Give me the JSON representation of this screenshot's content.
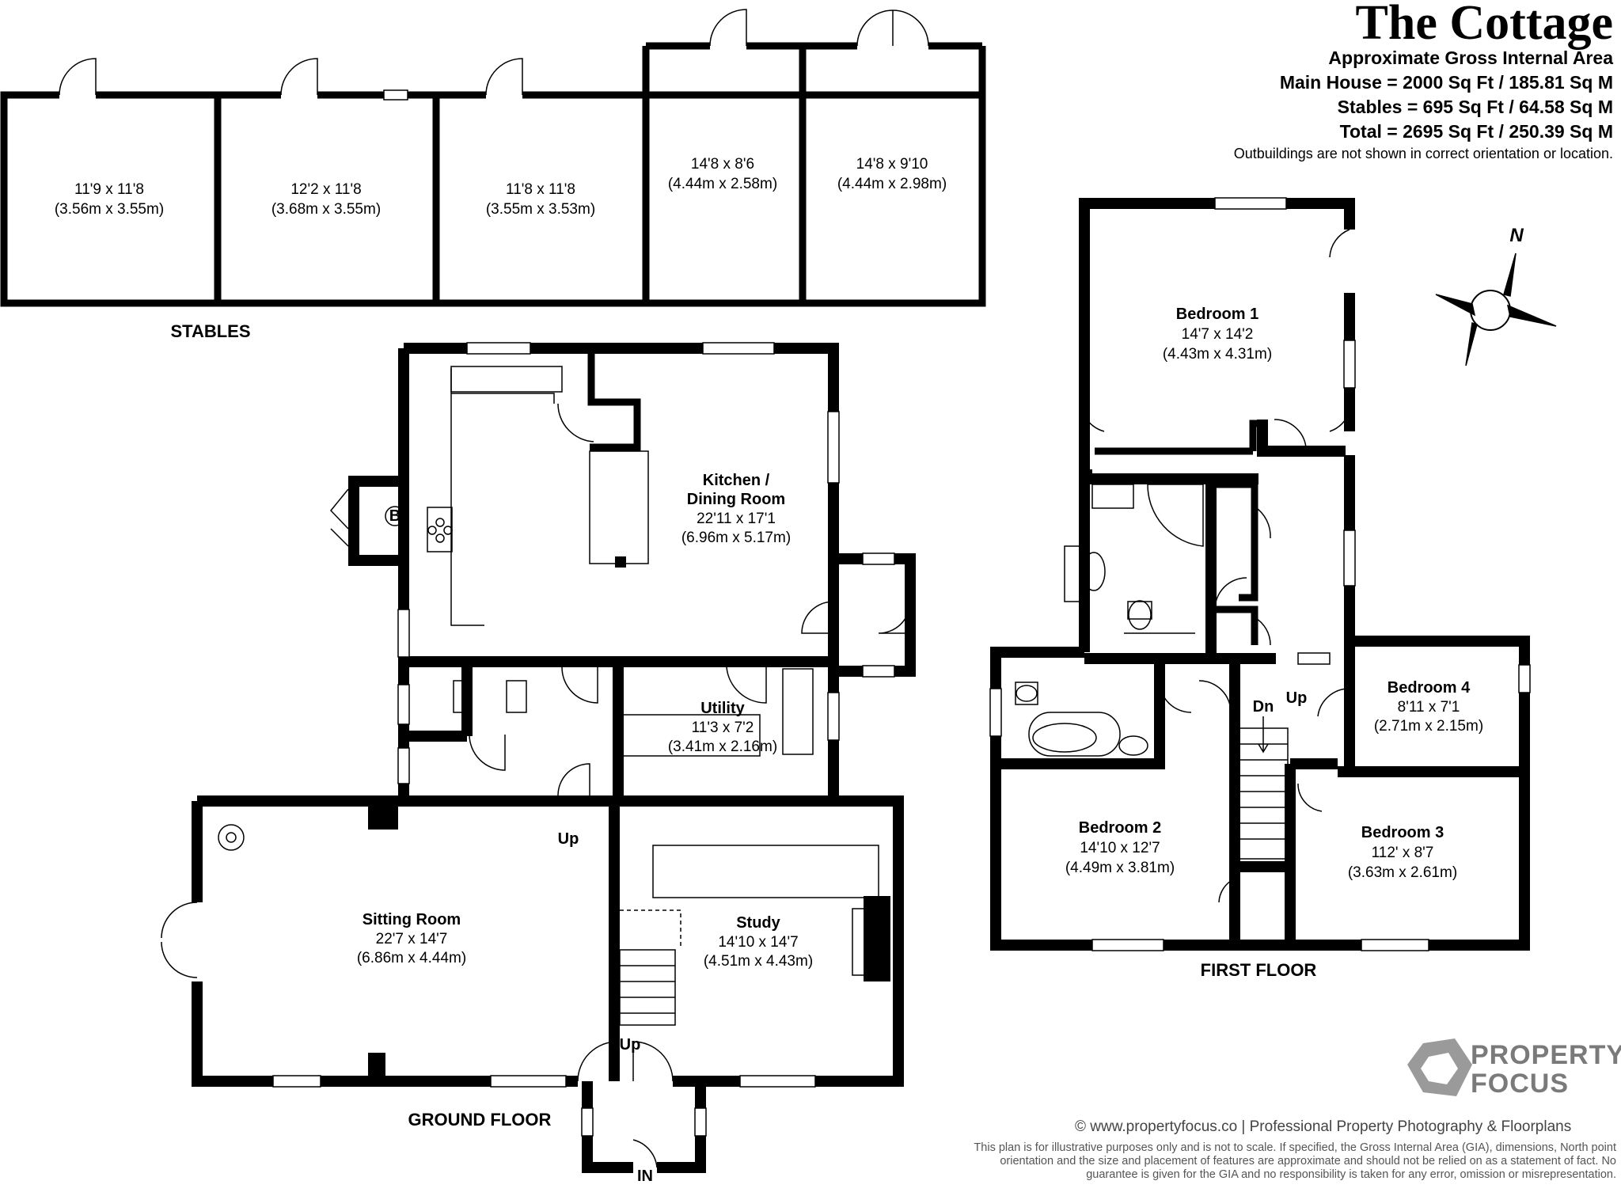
{
  "title": "The Cottage",
  "area_heading": "Approximate Gross Internal Area",
  "area_lines": {
    "main": "Main House = 2000 Sq Ft / 185.81 Sq M",
    "stables": "Stables = 695 Sq Ft / 64.58 Sq M",
    "total": "Total = 2695 Sq Ft / 250.39 Sq M"
  },
  "outbuildings_note": "Outbuildings are not shown in correct orientation or location.",
  "sections": {
    "stables": "STABLES",
    "ground": "GROUND FLOOR",
    "first": "FIRST FLOOR"
  },
  "stables": [
    {
      "imperial": "11'9 x 11'8",
      "metric": "(3.56m x 3.55m)"
    },
    {
      "imperial": "12'2 x 11'8",
      "metric": "(3.68m x 3.55m)"
    },
    {
      "imperial": "11'8 x 11'8",
      "metric": "(3.55m x 3.53m)"
    },
    {
      "imperial": "14'8 x 8'6",
      "metric": "(4.44m x 2.58m)"
    },
    {
      "imperial": "14'8 x 9'10",
      "metric": "(4.44m x 2.98m)"
    }
  ],
  "ground_floor": {
    "kitchen": {
      "name1": "Kitchen /",
      "name2": "Dining Room",
      "imperial": "22'11 x 17'1",
      "metric": "(6.96m x 5.17m)"
    },
    "utility": {
      "name": "Utility",
      "imperial": "11'3 x 7'2",
      "metric": "(3.41m x 2.16m)"
    },
    "sitting": {
      "name": "Sitting Room",
      "imperial": "22'7 x 14'7",
      "metric": "(6.86m x 4.44m)"
    },
    "study": {
      "name": "Study",
      "imperial": "14'10 x 14'7",
      "metric": "(4.51m x 4.43m)"
    },
    "boiler": "B",
    "up_label": "Up",
    "entrance": "IN"
  },
  "first_floor": {
    "bedroom1": {
      "name": "Bedroom 1",
      "imperial": "14'7 x 14'2",
      "metric": "(4.43m x 4.31m)"
    },
    "bedroom2": {
      "name": "Bedroom 2",
      "imperial": "14'10 x 12'7",
      "metric": "(4.49m x 3.81m)"
    },
    "bedroom3": {
      "name": "Bedroom 3",
      "imperial": "112' x 8'7",
      "metric": "(3.63m x 2.61m)"
    },
    "bedroom4": {
      "name": "Bedroom 4",
      "imperial": "8'11 x 7'1",
      "metric": "(2.71m x 2.15m)"
    },
    "dn_label": "Dn",
    "up_label": "Up"
  },
  "compass": "N",
  "brand": {
    "line1": "PROPERTY",
    "line2": "FOCUS"
  },
  "contact": "© www.propertyfocus.co | Professional Property Photography & Floorplans",
  "disclaimer": "This plan is for illustrative purposes only and is not to scale. If specified, the Gross Internal Area (GIA), dimensions, North point orientation and the size and placement of features are approximate and should not be relied on as a statement of fact. No guarantee is given for the GIA and no responsibility is taken for any error, omission or misrepresentation."
}
